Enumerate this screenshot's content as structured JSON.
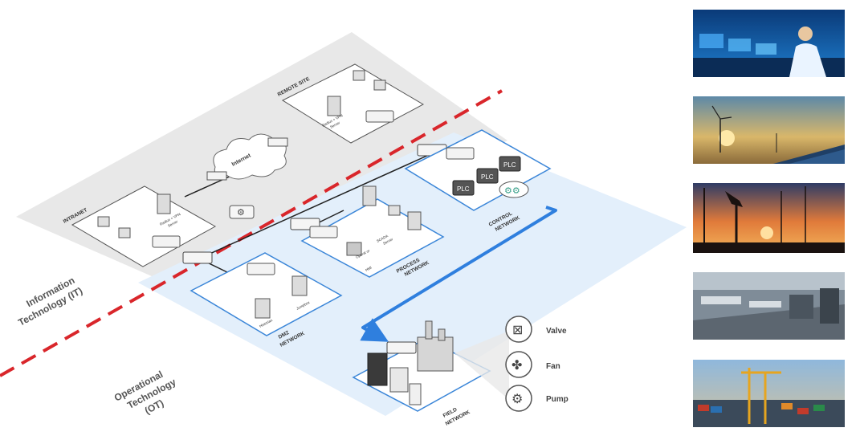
{
  "zones": {
    "it_label_line1": "Information",
    "it_label_line2": "Technology (IT)",
    "ot_label_line1": "Operational",
    "ot_label_line2": "Technology",
    "ot_label_line3": "(OT)"
  },
  "networks": {
    "remote_site": "REMOTE SITE",
    "intranet": "INTRANET",
    "dmz_line1": "DMZ",
    "dmz_line2": "NETWORK",
    "process_line1": "PROCESS",
    "process_line2": "NETWORK",
    "control_line1": "CONTROL",
    "control_line2": "NETWORK",
    "field_line1": "FIELD",
    "field_line2": "NETWORK"
  },
  "devices": {
    "internet": "Internet",
    "radius_server_line1": "Radius + VPN",
    "radius_server_line2": "Server",
    "historian": "Historian",
    "jumpbox": "Jumpbox",
    "scada_line1": "SCADA",
    "scada_line2": "Server",
    "hmi": "HMI",
    "operator": "Operat or",
    "plc": "PLC"
  },
  "field_devices": [
    {
      "label": "Valve",
      "icon": "valve-icon"
    },
    {
      "label": "Fan",
      "icon": "fan-icon"
    },
    {
      "label": "Pump",
      "icon": "pump-icon"
    }
  ],
  "photos": [
    {
      "name": "control-room"
    },
    {
      "name": "wind-solar-farm"
    },
    {
      "name": "oil-field-sunset"
    },
    {
      "name": "factory-production-line"
    },
    {
      "name": "shipping-port"
    }
  ],
  "colors": {
    "it_zone": "#e8e8e8",
    "ot_zone": "#e3effb",
    "network_border": "#3b86d8",
    "divider_dash": "#d9262b",
    "arrow": "#2f7fde"
  }
}
